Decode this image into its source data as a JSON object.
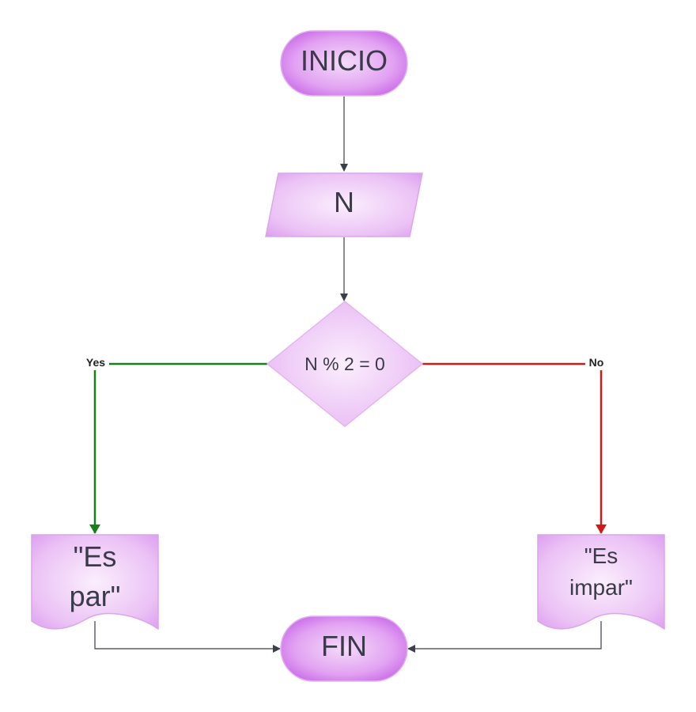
{
  "diagram": {
    "nodes": {
      "start": {
        "label": "INICIO",
        "shape": "terminator"
      },
      "input": {
        "label": "N",
        "shape": "parallelogram"
      },
      "decision": {
        "label": "N % 2 = 0",
        "shape": "diamond"
      },
      "out_even": {
        "label_lines": [
          "\"Es",
          "par\""
        ],
        "shape": "document"
      },
      "out_odd": {
        "label_lines": [
          "\"Es",
          "impar\""
        ],
        "shape": "document"
      },
      "end": {
        "label": "FIN",
        "shape": "terminator"
      }
    },
    "edges": {
      "yes_label": "Yes",
      "no_label": "No"
    },
    "colors": {
      "node_fill_light": "#f3d6f8",
      "node_fill_dark": "#c45ce6",
      "node_stroke": "#d9a3e8",
      "edge_default": "#3a3f4a",
      "edge_yes": "#1a7f1a",
      "edge_no": "#d11a1a"
    }
  }
}
